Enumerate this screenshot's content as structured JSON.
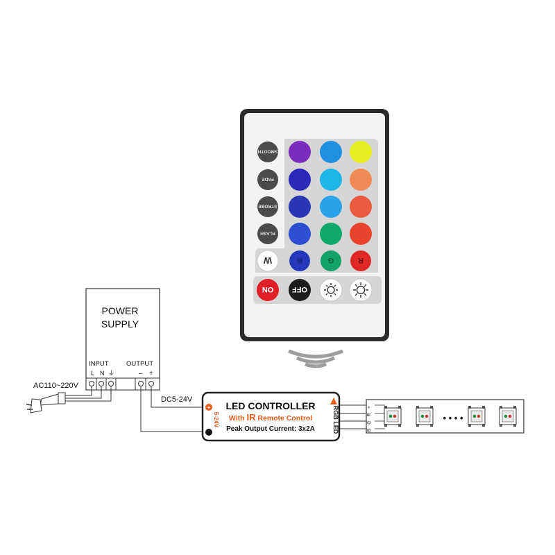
{
  "remote": {
    "side_buttons": [
      "SMOOTH",
      "FADE",
      "STROBE",
      "FLASH"
    ],
    "color_rows": [
      [
        "#7a2bbd",
        "#1f8fe0",
        "#e6ee22"
      ],
      [
        "#2a2ab8",
        "#1eb6e6",
        "#f28a57"
      ],
      [
        "#2b36b4",
        "#2aa3ea",
        "#ea5a40"
      ],
      [
        "#2b4fd0",
        "#11a86b",
        "#e8432c"
      ],
      [
        "#2636b8",
        "#12a26a",
        "#e02a25"
      ]
    ],
    "w_label": "W",
    "b_label": "B",
    "g_label": "G",
    "r_label": "R",
    "on_label": "ON",
    "off_label": "OFF",
    "on_color": "#e01f26",
    "off_color": "#1c1c1c"
  },
  "power_supply": {
    "title_line1": "POWER",
    "title_line2": "SUPPLY",
    "input_label": "INPUT",
    "output_label": "OUTPUT",
    "terminal_l": "L",
    "terminal_n": "N",
    "terminal_ground": "⏚",
    "terminal_minus": "–",
    "terminal_plus": "+"
  },
  "mains_label": "AC110~220V",
  "dc_label": "DC5-24V",
  "controller": {
    "title": "LED CONTROLLER",
    "subtitle_prefix": "With ",
    "subtitle_ir": "IR",
    "subtitle_suffix": " Remote Control",
    "peak": "Peak Output Current: 3x2A",
    "voltage_label": "5-24V",
    "output_label": "RGB LED"
  },
  "strip": {
    "channel_labels": [
      "+",
      "R",
      "G",
      "B"
    ],
    "ellipsis": "• • • •"
  }
}
